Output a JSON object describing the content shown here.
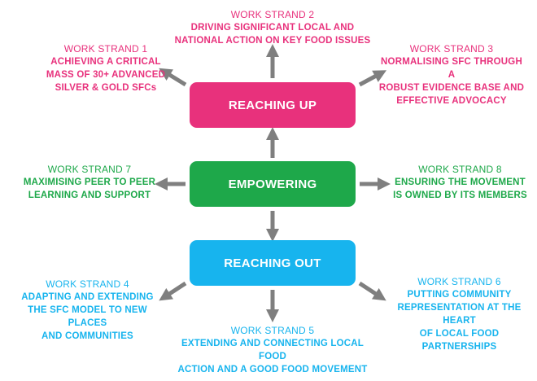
{
  "colors": {
    "reaching_up": "#e8317c",
    "empowering": "#1ea84a",
    "reaching_out": "#17b4ee",
    "arrow": "#7f7f7f"
  },
  "boxes": {
    "reaching_up": "REACHING UP",
    "empowering": "EMPOWERING",
    "reaching_out": "REACHING OUT"
  },
  "strands": {
    "s1": {
      "label": "WORK STRAND 1",
      "text": "ACHIEVING A CRITICAL\nMASS OF 30+ ADVANCED\nSILVER & GOLD SFCs"
    },
    "s2": {
      "label": "WORK STRAND 2",
      "text": "DRIVING SIGNIFICANT LOCAL AND\nNATIONAL ACTION ON KEY FOOD ISSUES"
    },
    "s3": {
      "label": "WORK STRAND 3",
      "text": "NORMALISING SFC THROUGH A\nROBUST EVIDENCE BASE AND\nEFFECTIVE ADVOCACY"
    },
    "s4": {
      "label": "WORK STRAND 4",
      "text": "ADAPTING AND EXTENDING\nTHE SFC MODEL TO NEW PLACES\nAND COMMUNITIES"
    },
    "s5": {
      "label": "WORK STRAND 5",
      "text": "EXTENDING AND CONNECTING LOCAL FOOD\nACTION AND A GOOD FOOD MOVEMENT"
    },
    "s6": {
      "label": "WORK STRAND 6",
      "text": "PUTTING COMMUNITY\nREPRESENTATION AT THE HEART\nOF LOCAL FOOD PARTNERSHIPS"
    },
    "s7": {
      "label": "WORK STRAND 7",
      "text": "MAXIMISING PEER TO PEER\nLEARNING AND SUPPORT"
    },
    "s8": {
      "label": "WORK STRAND 8",
      "text": "ENSURING THE MOVEMENT\nIS OWNED BY ITS MEMBERS"
    }
  }
}
